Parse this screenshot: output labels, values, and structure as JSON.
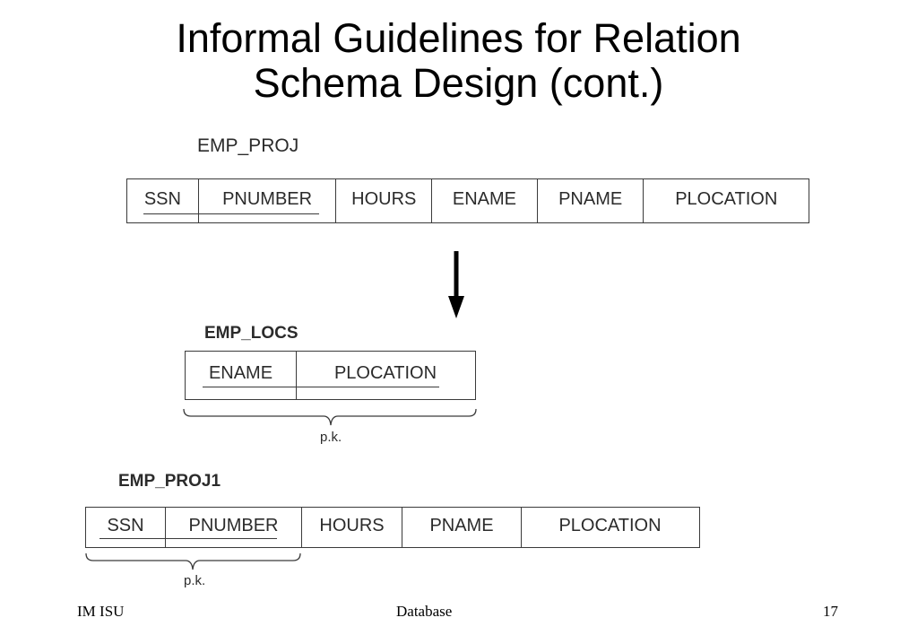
{
  "slide": {
    "title_line1": "Informal Guidelines for Relation",
    "title_line2": "Schema Design (cont.)"
  },
  "emp_proj": {
    "name": "EMP_PROJ",
    "attributes": [
      "SSN",
      "PNUMBER",
      "HOURS",
      "ENAME",
      "PNAME",
      "PLOCATION"
    ]
  },
  "emp_locs": {
    "name": "EMP_LOCS",
    "attributes": [
      "ENAME",
      "PLOCATION"
    ],
    "key_label": "p.k."
  },
  "emp_proj1": {
    "name": "EMP_PROJ1",
    "attributes": [
      "SSN",
      "PNUMBER",
      "HOURS",
      "PNAME",
      "PLOCATION"
    ],
    "key_label": "p.k."
  },
  "footer": {
    "left": "IM ISU",
    "center": "Database",
    "right": "17"
  }
}
